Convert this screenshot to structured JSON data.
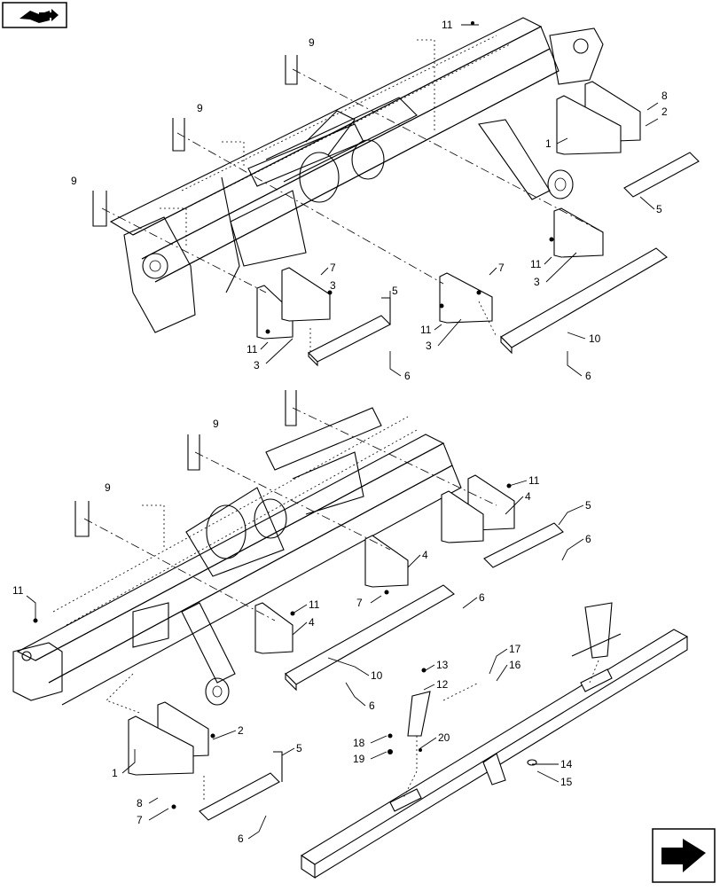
{
  "callouts": {
    "c1": "1",
    "c2": "2",
    "c3": "3",
    "c4": "4",
    "c5": "5",
    "c6": "6",
    "c7": "7",
    "c8": "8",
    "c9": "9",
    "c10": "10",
    "c11": "11",
    "c12": "12",
    "c13": "13",
    "c14": "14",
    "c15": "15",
    "c16": "16",
    "c17": "17",
    "c18": "18",
    "c19": "19",
    "c20": "20"
  },
  "icons": {
    "top_left": "book-arrow-icon",
    "bottom_right": "next-page-arrow-icon"
  },
  "colors": {
    "line": "#000000",
    "background": "#ffffff"
  }
}
